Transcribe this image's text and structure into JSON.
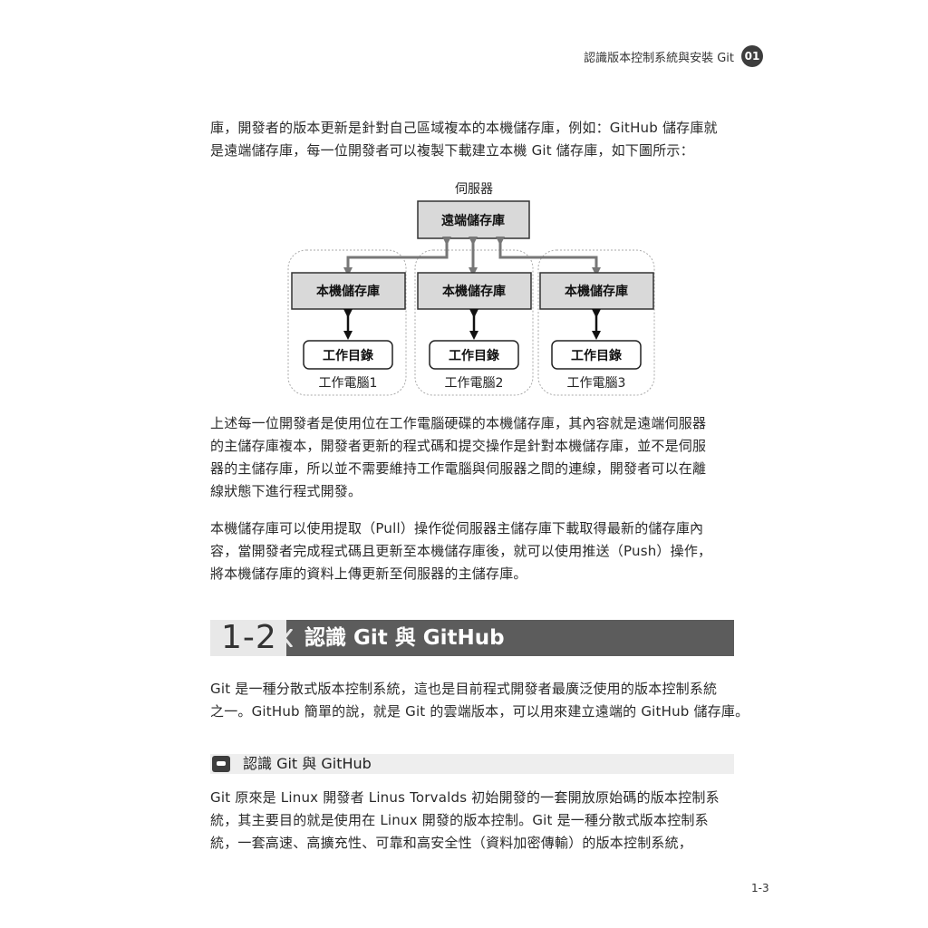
{
  "header": {
    "chapter_title": "認識版本控制系統與安裝 Git",
    "chapter_number": "01"
  },
  "intro": {
    "lines": [
      "庫，開發者的版本更新是針對自己區域複本的本機儲存庫，例如：GitHub 儲存庫就",
      "是遠端儲存庫，每一位開發者可以複製下載建立本機 Git 儲存庫，如下圖所示："
    ]
  },
  "diagram": {
    "server_label": "伺服器",
    "remote_repo": "遠端儲存庫",
    "computers": [
      {
        "local_repo": "本機儲存庫",
        "working_dir": "工作目錄",
        "caption": "工作電腦1"
      },
      {
        "local_repo": "本機儲存庫",
        "working_dir": "工作目錄",
        "caption": "工作電腦2"
      },
      {
        "local_repo": "本機儲存庫",
        "working_dir": "工作目錄",
        "caption": "工作電腦3"
      }
    ]
  },
  "para2": {
    "lines": [
      "上述每一位開發者是使用位在工作電腦硬碟的本機儲存庫，其內容就是遠端伺服器",
      "的主儲存庫複本，開發者更新的程式碼和提交操作是針對本機儲存庫，並不是伺服",
      "器的主儲存庫，所以並不需要維持工作電腦與伺服器之間的連線，開發者可以在離",
      "線狀態下進行程式開發。"
    ]
  },
  "para3": {
    "lines": [
      "本機儲存庫可以使用提取（Pull）操作從伺服器主儲存庫下載取得最新的儲存庫內",
      "容，當開發者完成程式碼且更新至本機儲存庫後，就可以使用推送（Push）操作，",
      "將本機儲存庫的資料上傳更新至伺服器的主儲存庫。"
    ]
  },
  "section": {
    "number": "1-2",
    "title": "認識 Git 與 GitHub"
  },
  "para4": {
    "lines": [
      "Git 是一種分散式版本控制系統，這也是目前程式開發者最廣泛使用的版本控制系統",
      "之一。GitHub 簡單的說，就是 Git 的雲端版本，可以用來建立遠端的 GitHub 儲存庫。"
    ]
  },
  "subsection": {
    "title": "認識 Git 與 GitHub"
  },
  "para5": {
    "lines": [
      "Git 原來是 Linux 開發者 Linus Torvalds 初始開發的一套開放原始碼的版本控制系",
      "統，其主要目的就是使用在 Linux 開發的版本控制。Git 是一種分散式版本控制系",
      "統，一套高速、高擴充性、可靠和高安全性（資料加密傳輸）的版本控制系統，"
    ]
  },
  "footer": {
    "page_number": "1-3"
  }
}
